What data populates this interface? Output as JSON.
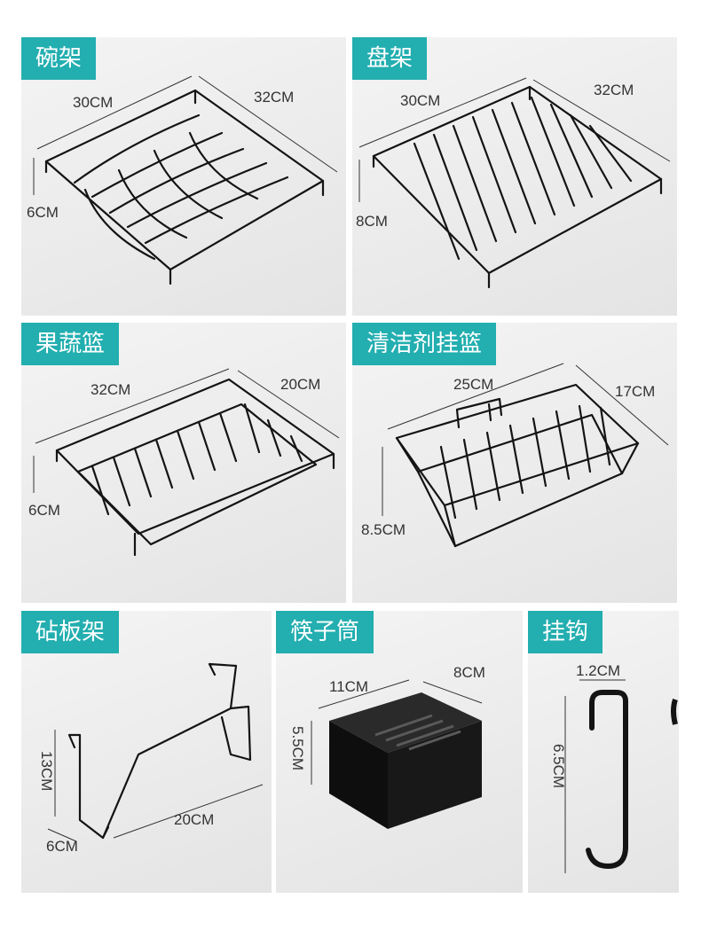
{
  "colors": {
    "tag_bg": "#23aeb0",
    "tag_text": "#ffffff",
    "panel_bg": "#ebebeb",
    "product": "#141414"
  },
  "panels": {
    "bowl_rack": {
      "label": "碗架",
      "dims": [
        "30CM",
        "32CM",
        "6CM"
      ]
    },
    "plate_rack": {
      "label": "盘架",
      "dims": [
        "30CM",
        "32CM",
        "8CM"
      ]
    },
    "fruit_basket": {
      "label": "果蔬篮",
      "dims": [
        "32CM",
        "20CM",
        "6CM"
      ]
    },
    "cleaner_basket": {
      "label": "清洁剂挂篮",
      "dims": [
        "25CM",
        "17CM",
        "8.5CM"
      ]
    },
    "board_rack": {
      "label": "砧板架",
      "dims": [
        "13CM",
        "20CM",
        "6CM"
      ]
    },
    "chopstick_box": {
      "label": "筷子筒",
      "dims": [
        "11CM",
        "8CM",
        "5.5CM"
      ]
    },
    "hook": {
      "label": "挂钩",
      "dims": [
        "1.2CM",
        "6.5CM"
      ]
    }
  }
}
